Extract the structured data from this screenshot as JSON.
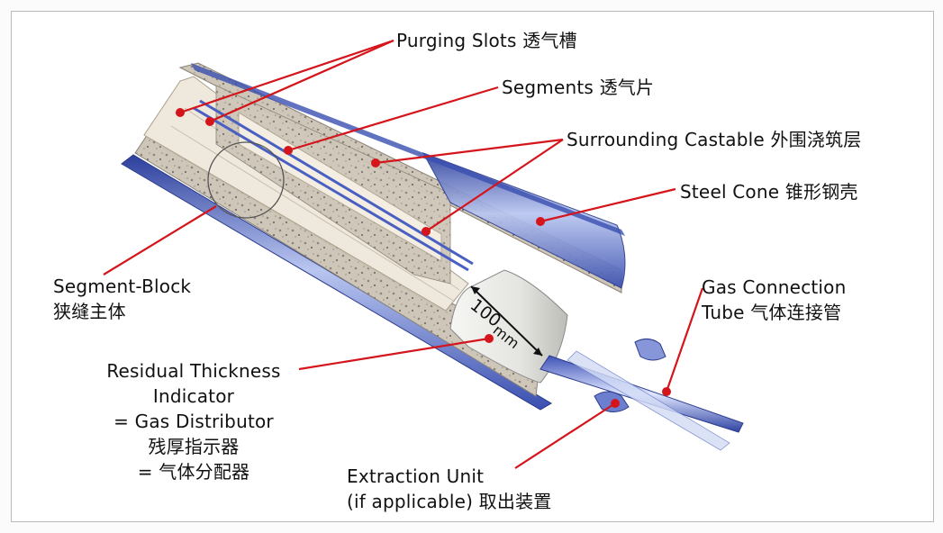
{
  "labels": {
    "purging_slots": "Purging Slots 透气槽",
    "segments": "Segments 透气片",
    "surrounding_castable": "Surrounding Castable 外围浇筑层",
    "steel_cone": "Steel Cone 锥形钢壳",
    "segment_block_en": "Segment-Block",
    "segment_block_cn": "狭缝主体",
    "gas_connection_line1": "Gas Connection",
    "gas_connection_line2": "Tube 气体连接管",
    "residual_line1": "Residual Thickness",
    "residual_line2": "Indicator",
    "residual_line3": "= Gas Distributor",
    "residual_line4": "残厚指示器",
    "residual_line5": "= 气体分配器",
    "extraction_line1": "Extraction Unit",
    "extraction_line2": "(if applicable) 取出装置",
    "dimension_main": "100",
    "dimension_sub": "mm"
  },
  "colors": {
    "pointer_red": "#d4151b",
    "steel_blue": "#5b6fc4",
    "castable_gray": "#cdc5b8",
    "segment_cream": "#efe8dc"
  }
}
